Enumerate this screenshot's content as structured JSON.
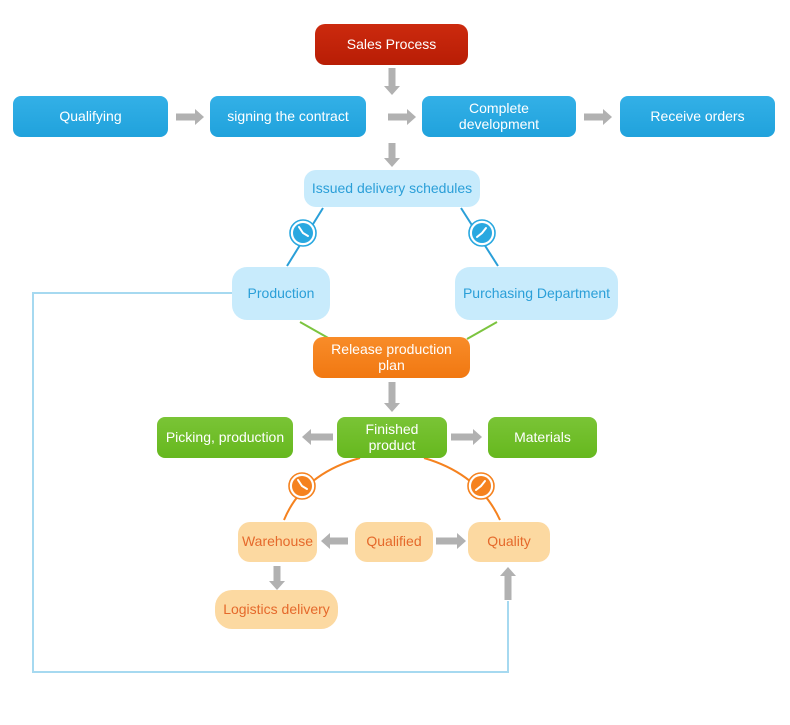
{
  "diagram": {
    "type": "flowchart",
    "title_node": "Sales Process",
    "nodes": {
      "sales_process": {
        "label": "Sales Process",
        "color": "#c1210a",
        "text_color": "#ffffff"
      },
      "qualifying": {
        "label": "Qualifying",
        "color": "#29a8e0",
        "text_color": "#ffffff"
      },
      "signing_contract": {
        "label": "signing the contract",
        "color": "#29a8e0",
        "text_color": "#ffffff"
      },
      "complete_development": {
        "label": "Complete development",
        "color": "#29a8e0",
        "text_color": "#ffffff"
      },
      "receive_orders": {
        "label": "Receive orders",
        "color": "#29a8e0",
        "text_color": "#ffffff"
      },
      "issued_delivery": {
        "label": "Issued delivery schedules",
        "color": "#c8ebfc",
        "text_color": "#2b9fd8"
      },
      "production": {
        "label": "Production",
        "color": "#c8ebfc",
        "text_color": "#2b9fd8"
      },
      "purchasing": {
        "label": "Purchasing Department",
        "color": "#c8ebfc",
        "text_color": "#2b9fd8"
      },
      "release_plan": {
        "label": "Release production plan",
        "color": "#f5821f",
        "text_color": "#ffffff"
      },
      "picking": {
        "label": "Picking, production",
        "color": "#6fbe27",
        "text_color": "#ffffff"
      },
      "finished_product": {
        "label": "Finished product",
        "color": "#6fbe27",
        "text_color": "#ffffff"
      },
      "materials": {
        "label": "Materials",
        "color": "#6fbe27",
        "text_color": "#ffffff"
      },
      "warehouse": {
        "label": "Warehouse",
        "color": "#fcd9a1",
        "text_color": "#e5692b"
      },
      "qualified": {
        "label": "Qualified",
        "color": "#fcd9a1",
        "text_color": "#e5692b"
      },
      "quality": {
        "label": "Quality",
        "color": "#fcd9a1",
        "text_color": "#e5692b"
      },
      "logistics": {
        "label": "Logistics delivery",
        "color": "#fcd9a1",
        "text_color": "#e5692b"
      }
    },
    "edges": [
      {
        "from": "sales_process",
        "to": "row_qualifying_gap",
        "style": "gray-arrow-down"
      },
      {
        "from": "qualifying",
        "to": "signing_contract",
        "style": "gray-arrow-right"
      },
      {
        "from": "signing_contract",
        "to": "complete_development",
        "style": "gray-arrow-right"
      },
      {
        "from": "complete_development",
        "to": "receive_orders",
        "style": "gray-arrow-right"
      },
      {
        "from": "row_qualifying_gap",
        "to": "issued_delivery",
        "style": "gray-arrow-down"
      },
      {
        "from": "issued_delivery",
        "to": "production",
        "style": "blue-line-with-clock"
      },
      {
        "from": "issued_delivery",
        "to": "purchasing",
        "style": "blue-line-with-clock"
      },
      {
        "from": "production",
        "to": "release_plan",
        "style": "green-line"
      },
      {
        "from": "purchasing",
        "to": "release_plan",
        "style": "green-line"
      },
      {
        "from": "release_plan",
        "to": "finished_product",
        "style": "gray-arrow-down"
      },
      {
        "from": "finished_product",
        "to": "picking",
        "style": "gray-arrow-left"
      },
      {
        "from": "finished_product",
        "to": "materials",
        "style": "gray-arrow-right"
      },
      {
        "from": "finished_product",
        "to": "warehouse",
        "style": "orange-arc-with-clock"
      },
      {
        "from": "finished_product",
        "to": "quality",
        "style": "orange-arc-with-clock"
      },
      {
        "from": "qualified",
        "to": "warehouse",
        "style": "gray-arrow-left"
      },
      {
        "from": "qualified",
        "to": "quality",
        "style": "gray-arrow-right"
      },
      {
        "from": "warehouse",
        "to": "logistics",
        "style": "gray-arrow-down"
      },
      {
        "from": "production",
        "to": "quality",
        "style": "lightblue-feedback-loop-arrow"
      }
    ],
    "icons": {
      "clock_blue": {
        "name": "clock-icon",
        "color": "#29a8e0",
        "count": 2
      },
      "clock_orange": {
        "name": "clock-icon",
        "color": "#f5821f",
        "count": 2
      }
    },
    "palette": {
      "gray_arrow": "#b1b1b1",
      "feedback_line": "#a6d9f0",
      "blue_connector": "#2a9fd8",
      "green_connector": "#7cc43f",
      "orange_connector": "#f5821f",
      "background": "#ffffff"
    }
  }
}
